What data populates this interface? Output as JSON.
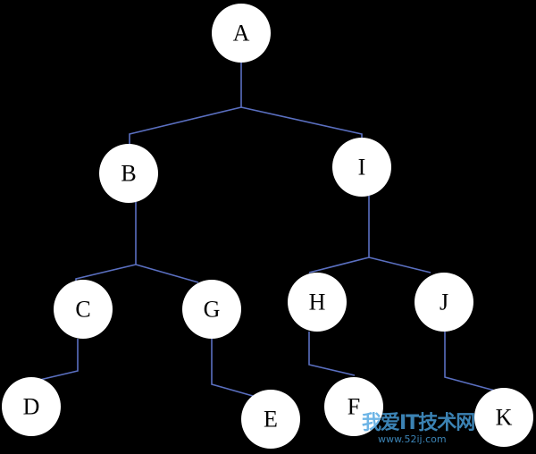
{
  "tree": {
    "nodes": [
      {
        "id": "A",
        "label": "A"
      },
      {
        "id": "B",
        "label": "B"
      },
      {
        "id": "I",
        "label": "I"
      },
      {
        "id": "C",
        "label": "C"
      },
      {
        "id": "G",
        "label": "G"
      },
      {
        "id": "H",
        "label": "H"
      },
      {
        "id": "J",
        "label": "J"
      },
      {
        "id": "D",
        "label": "D"
      },
      {
        "id": "E",
        "label": "E"
      },
      {
        "id": "F",
        "label": "F"
      },
      {
        "id": "K",
        "label": "K"
      }
    ],
    "edges": [
      [
        "A",
        "B"
      ],
      [
        "A",
        "I"
      ],
      [
        "B",
        "C"
      ],
      [
        "B",
        "G"
      ],
      [
        "I",
        "H"
      ],
      [
        "I",
        "J"
      ],
      [
        "C",
        "D"
      ],
      [
        "G",
        "E"
      ],
      [
        "H",
        "F"
      ],
      [
        "J",
        "K"
      ]
    ],
    "node_color": "#ffffff",
    "edge_color": "#5a6fc0",
    "background": "#000000"
  },
  "watermark": {
    "title": "我爱IT技术网",
    "url": "www.52ij.com"
  }
}
